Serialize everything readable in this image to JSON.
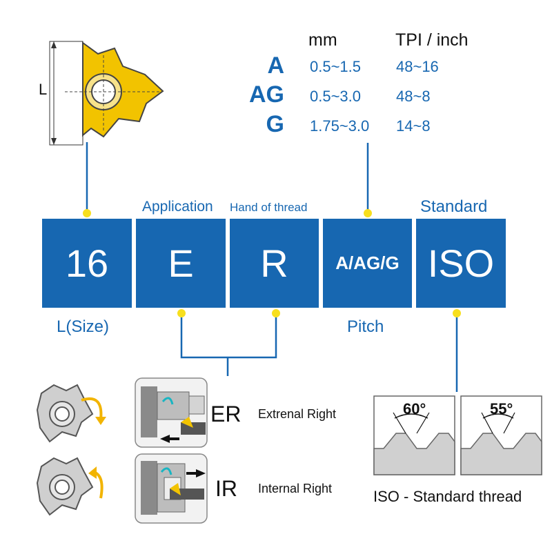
{
  "colors": {
    "brand_blue": "#1767b1",
    "connector_yellow": "#f7df1e",
    "insert_gold": "#f2c300"
  },
  "pitch_table": {
    "headers": {
      "mm": "mm",
      "tpi": "TPI / inch"
    },
    "rows": [
      {
        "code": "A",
        "mm": "0.5~1.5",
        "tpi": "48~16"
      },
      {
        "code": "AG",
        "mm": "0.5~3.0",
        "tpi": "48~8"
      },
      {
        "code": "G",
        "mm": "1.75~3.0",
        "tpi": "14~8"
      }
    ]
  },
  "insert_diagram": {
    "dimension_label": "L"
  },
  "code_boxes": [
    {
      "value": "16",
      "top_label": "",
      "bottom_label": "L(Size)"
    },
    {
      "value": "E",
      "top_label": "Application",
      "bottom_label": ""
    },
    {
      "value": "R",
      "top_label": "Hand of thread",
      "bottom_label": ""
    },
    {
      "value": "A/AG/G",
      "top_label": "",
      "bottom_label": "Pitch"
    },
    {
      "value": "ISO",
      "top_label": "Standard",
      "bottom_label": ""
    }
  ],
  "application": {
    "er": {
      "code": "ER",
      "description": "Extrenal Right"
    },
    "ir": {
      "code": "IR",
      "description": "Internal Right"
    }
  },
  "thread_standard": {
    "angles": [
      "60°",
      "55°"
    ],
    "caption": "ISO - Standard thread"
  }
}
